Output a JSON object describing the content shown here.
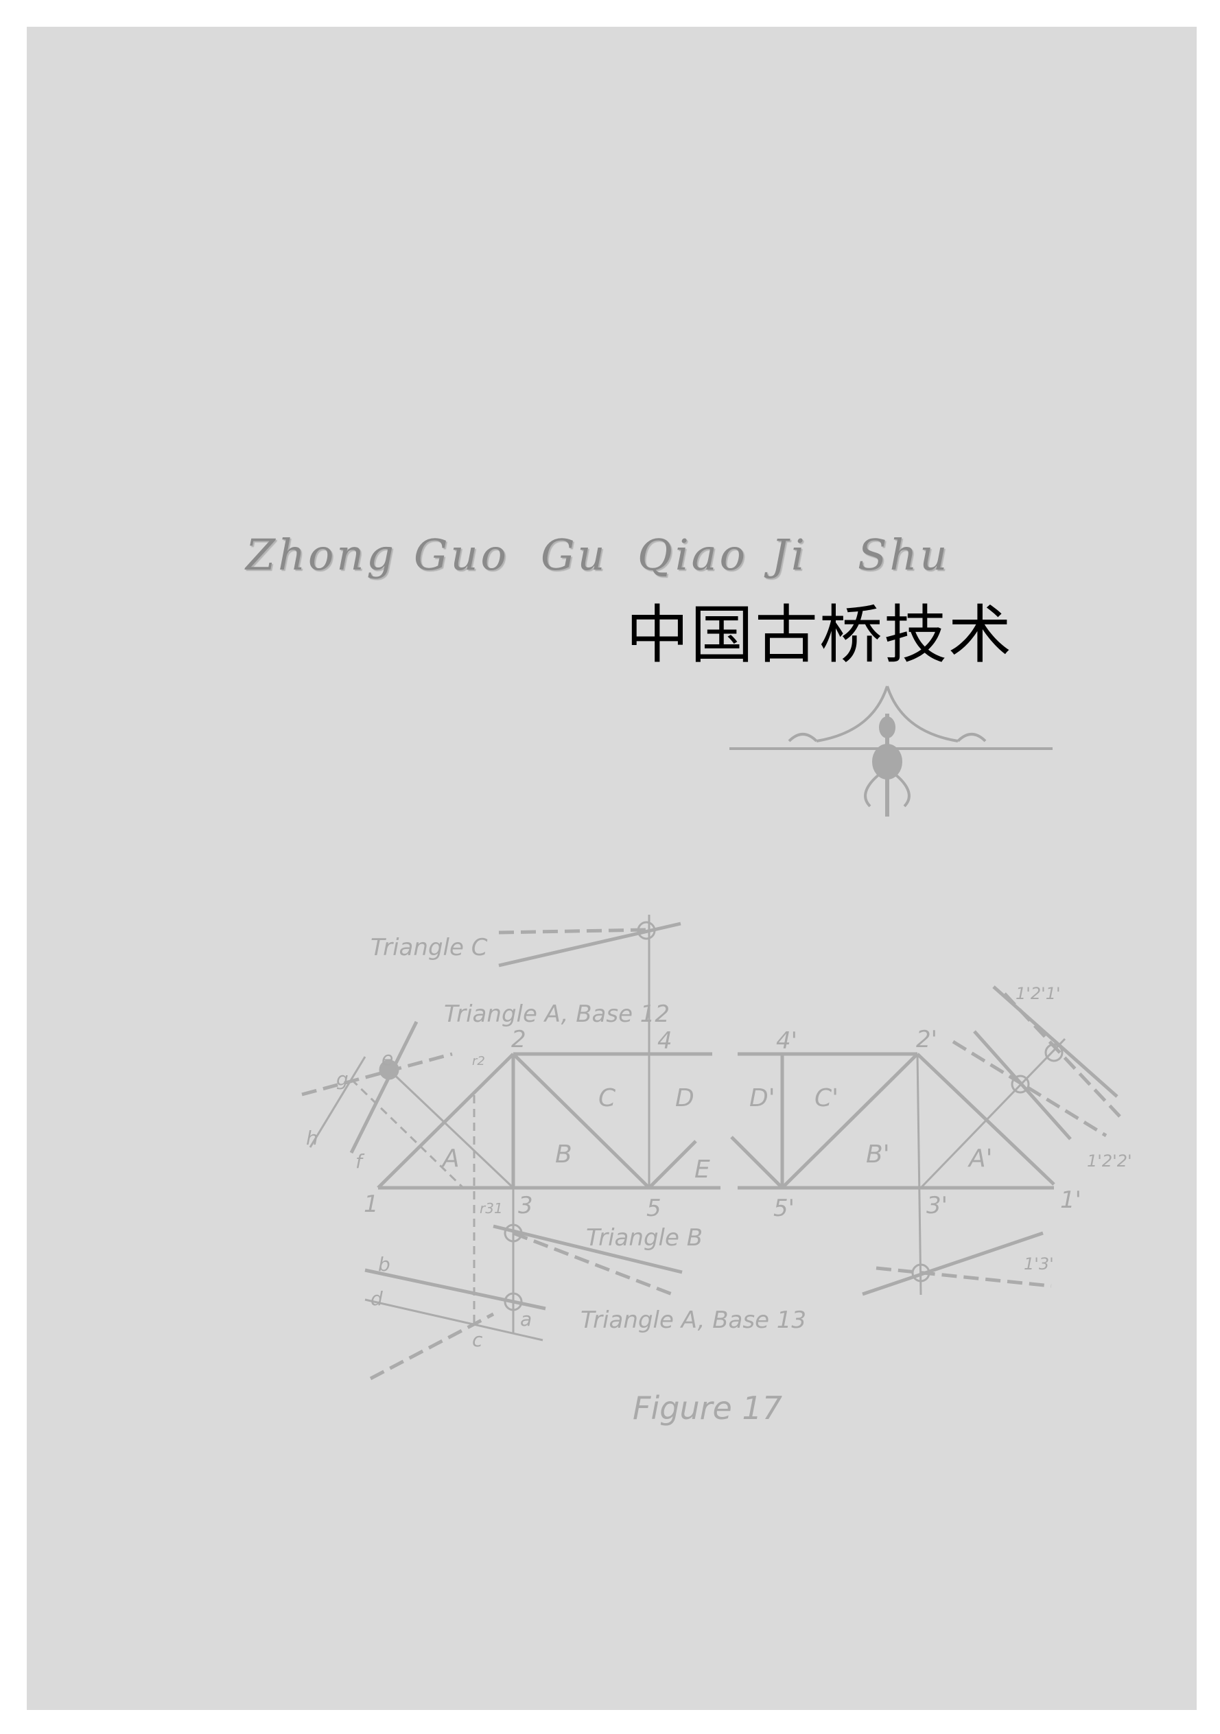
{
  "cover": {
    "pinyin": [
      "Zhong",
      "Guo",
      "Gu",
      "Qiao",
      "Ji",
      "Shu"
    ],
    "title": "中国古桥技术",
    "colors": {
      "background": "#dadada",
      "title": "#000000",
      "pinyin": "#8a8a8a",
      "drawing": "#ababab"
    },
    "ornament": "flourish-divider-icon"
  },
  "figure": {
    "caption": "Figure 17",
    "labels": {
      "triangle_c": "Triangle C",
      "triangle_a12": "Triangle A, Base 12",
      "triangle_b": "Triangle B",
      "triangle_a13": "Triangle A, Base 13",
      "n1": "1",
      "n2": "2",
      "n3": "3",
      "n4": "4",
      "n5": "5",
      "n1p": "1'",
      "n2p": "2'",
      "n3p": "3'",
      "n4p": "4'",
      "n5p": "5'",
      "pA": "A",
      "pB": "B",
      "pC": "C",
      "pD": "D",
      "pE": "E",
      "pAp": "A'",
      "pBp": "B'",
      "pCp": "C'",
      "pDp": "D'",
      "a": "a",
      "b": "b",
      "c": "c",
      "d": "d",
      "e": "e",
      "f": "f",
      "g": "g",
      "h": "h",
      "r31": "r31",
      "r2": "r2",
      "r13p": "1'3'",
      "r121p": "1'2'1'",
      "r122p": "1'2'2'"
    }
  }
}
